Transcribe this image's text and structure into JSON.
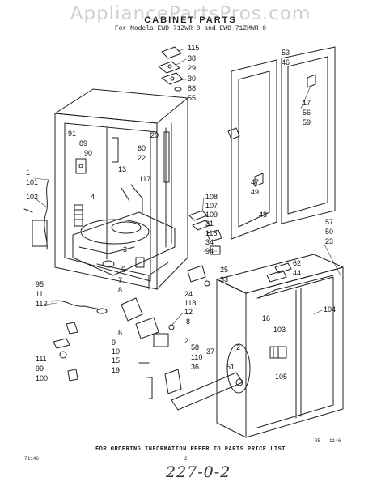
{
  "header": {
    "watermark": "AppliancePartsPros.com",
    "title": "CABINET PARTS",
    "subtitle": "For Models EWD 71ZWR-0 and EWD 71ZMWR-0"
  },
  "callouts": {
    "top_center": [
      "115",
      "38",
      "29",
      "30",
      "88",
      "55"
    ],
    "left_upper": [
      "91",
      "89",
      "90",
      "20",
      "60",
      "22",
      "13"
    ],
    "left_side": [
      "1",
      "101",
      "102",
      "4",
      "117",
      "3",
      "5",
      "7",
      "8"
    ],
    "center": [
      "108",
      "107",
      "109",
      "31",
      "116",
      "34",
      "94",
      "25",
      "33"
    ],
    "door_frame": [
      "53",
      "46",
      "17",
      "56",
      "59",
      "47",
      "49",
      "48",
      "57",
      "50",
      "23"
    ],
    "lower_left": [
      "95",
      "11",
      "112",
      "111",
      "99",
      "100"
    ],
    "lower_center": [
      "24",
      "118",
      "12",
      "6",
      "9",
      "10",
      "15",
      "19",
      "8",
      "2",
      "58",
      "110",
      "36",
      "37"
    ],
    "liner": [
      "62",
      "44",
      "104",
      "16",
      "103",
      "105",
      "51",
      "2"
    ]
  },
  "footer": {
    "note": "FOR ORDERING INFORMATION REFER TO PARTS PRICE LIST",
    "doc_number": "71146",
    "page_number": "2",
    "ref_code": "RE - 1146",
    "handwritten": "227-0-2"
  }
}
